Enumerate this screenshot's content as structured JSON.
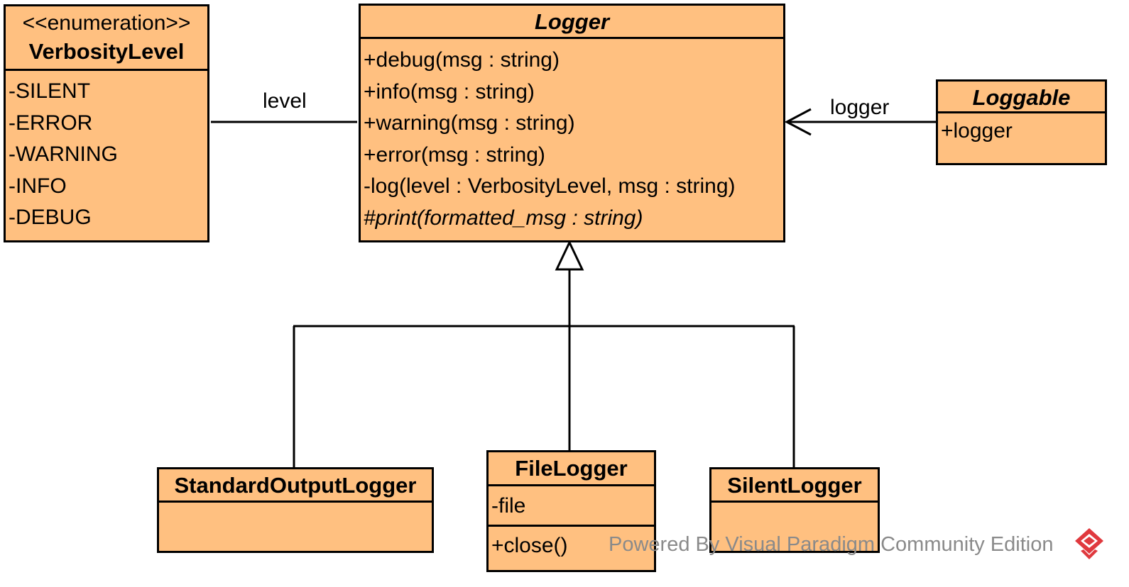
{
  "classes": {
    "verbosity_level": {
      "stereotype": "<<enumeration>>",
      "name": "VerbosityLevel",
      "literals": [
        "-SILENT",
        "-ERROR",
        "-WARNING",
        "-INFO",
        "-DEBUG"
      ]
    },
    "logger": {
      "name": "Logger",
      "operations": [
        "+debug(msg : string)",
        "+info(msg : string)",
        "+warning(msg : string)",
        "+error(msg : string)",
        "-log(level : VerbosityLevel, msg : string)",
        "#print(formatted_msg : string)"
      ]
    },
    "loggable": {
      "name": "Loggable",
      "attributes": [
        "+logger"
      ]
    },
    "standard_output_logger": {
      "name": "StandardOutputLogger"
    },
    "file_logger": {
      "name": "FileLogger",
      "attributes": [
        "-file"
      ],
      "operations": [
        "+close()"
      ]
    },
    "silent_logger": {
      "name": "SilentLogger"
    }
  },
  "associations": {
    "level_label": "level",
    "logger_label": "logger"
  },
  "watermark": {
    "text": "Powered By  Visual Paradigm Community Edition",
    "logo_icon": "visual-paradigm-logo-icon"
  },
  "colors": {
    "class_fill": "#FFC080",
    "border": "#000000",
    "watermark": "#8a8a8a",
    "logo": "#e0393e"
  }
}
